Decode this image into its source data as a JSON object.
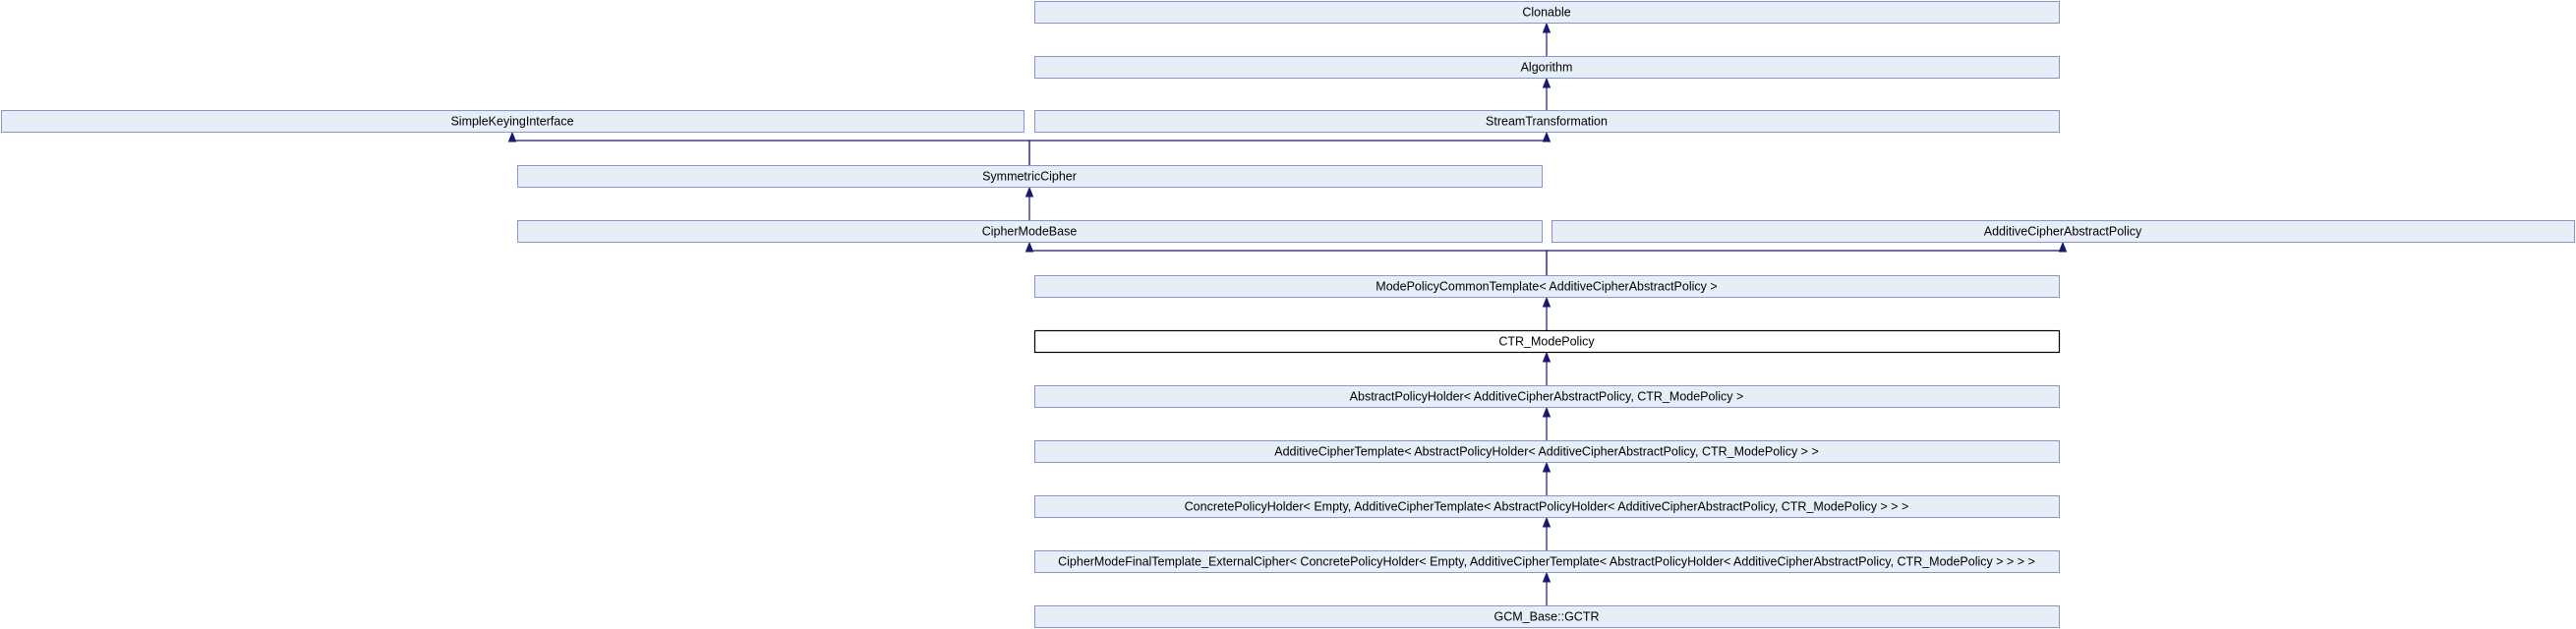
{
  "diagram": {
    "type": "inheritance-graph",
    "colors": {
      "node_fill": "#e8eef8",
      "node_border": "#8596c9",
      "current_border": "#000000",
      "edge": "#191970"
    },
    "nodes": [
      {
        "id": "clonable",
        "label": "Clonable"
      },
      {
        "id": "algorithm",
        "label": "Algorithm"
      },
      {
        "id": "simple-keying-interface",
        "label": "SimpleKeyingInterface"
      },
      {
        "id": "stream-transformation",
        "label": "StreamTransformation"
      },
      {
        "id": "symmetric-cipher",
        "label": "SymmetricCipher"
      },
      {
        "id": "cipher-mode-base",
        "label": "CipherModeBase"
      },
      {
        "id": "additive-cipher-abstract-policy",
        "label": "AdditiveCipherAbstractPolicy"
      },
      {
        "id": "mode-policy-common-template",
        "label": "ModePolicyCommonTemplate< AdditiveCipherAbstractPolicy >"
      },
      {
        "id": "ctr-mode-policy",
        "label": "CTR_ModePolicy",
        "current": true
      },
      {
        "id": "abstract-policy-holder",
        "label": "AbstractPolicyHolder< AdditiveCipherAbstractPolicy, CTR_ModePolicy >"
      },
      {
        "id": "additive-cipher-template",
        "label": "AdditiveCipherTemplate< AbstractPolicyHolder< AdditiveCipherAbstractPolicy, CTR_ModePolicy > >"
      },
      {
        "id": "concrete-policy-holder",
        "label": "ConcretePolicyHolder< Empty, AdditiveCipherTemplate< AbstractPolicyHolder< AdditiveCipherAbstractPolicy, CTR_ModePolicy > > >"
      },
      {
        "id": "cipher-mode-final-template",
        "label": "CipherModeFinalTemplate_ExternalCipher< ConcretePolicyHolder< Empty, AdditiveCipherTemplate< AbstractPolicyHolder< AdditiveCipherAbstractPolicy, CTR_ModePolicy > > > >"
      },
      {
        "id": "gcm-base-gctr",
        "label": "GCM_Base::GCTR"
      }
    ],
    "edges": [
      {
        "from": "algorithm",
        "to": "clonable"
      },
      {
        "from": "stream-transformation",
        "to": "algorithm"
      },
      {
        "from": "symmetric-cipher",
        "to": "simple-keying-interface"
      },
      {
        "from": "symmetric-cipher",
        "to": "stream-transformation"
      },
      {
        "from": "cipher-mode-base",
        "to": "symmetric-cipher"
      },
      {
        "from": "mode-policy-common-template",
        "to": "cipher-mode-base"
      },
      {
        "from": "mode-policy-common-template",
        "to": "additive-cipher-abstract-policy"
      },
      {
        "from": "ctr-mode-policy",
        "to": "mode-policy-common-template"
      },
      {
        "from": "abstract-policy-holder",
        "to": "ctr-mode-policy"
      },
      {
        "from": "additive-cipher-template",
        "to": "abstract-policy-holder"
      },
      {
        "from": "concrete-policy-holder",
        "to": "additive-cipher-template"
      },
      {
        "from": "cipher-mode-final-template",
        "to": "concrete-policy-holder"
      },
      {
        "from": "gcm-base-gctr",
        "to": "cipher-mode-final-template"
      }
    ]
  }
}
